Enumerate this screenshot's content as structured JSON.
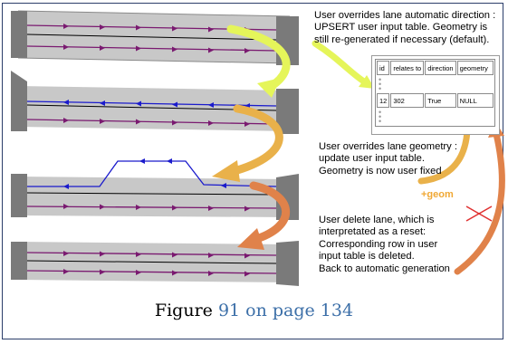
{
  "notes": {
    "override_direction": [
      "User overrides lane automatic direction :",
      "UPSERT user input table. Geometry is",
      "still re-generated if necessary (default)."
    ],
    "override_geometry": [
      "User overrides lane geometry :",
      "update user input table.",
      "Geometry is now user fixed"
    ],
    "delete_lane": [
      "User delete lane, which is",
      "interpretated as a reset:",
      "Corresponding row in user",
      "input table is deleted.",
      "Back to automatic generation"
    ]
  },
  "table": {
    "headers": [
      "id",
      "relates to",
      "direction",
      "geometry"
    ],
    "row": [
      "12",
      "302",
      "True",
      "NULL"
    ]
  },
  "geom_label": "+geom",
  "caption": {
    "prefix": "Figure ",
    "ref": "91 on page 134"
  },
  "colors": {
    "road": "#c8c8c8",
    "end_block": "#7a7a7a",
    "lane_purple": "#7a1a70",
    "lane_blue": "#1a1acc",
    "arrow_yellow": "#e5f55a",
    "arrow_amber": "#e9b14a",
    "arrow_orange": "#e0824a",
    "delete_cross": "#e03030"
  },
  "icons": {
    "cross": "delete-cross-icon"
  }
}
